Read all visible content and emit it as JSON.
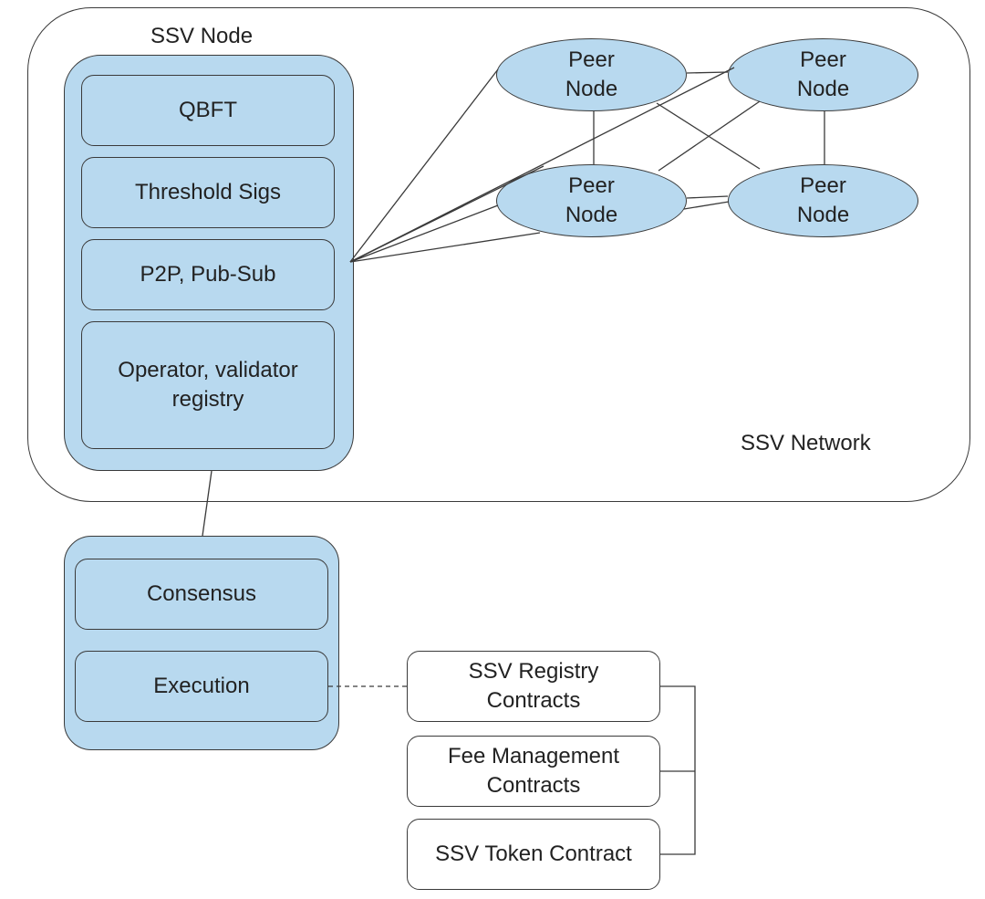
{
  "network": {
    "label": "SSV Network"
  },
  "ssv_node": {
    "title": "SSV Node",
    "layers": [
      "QBFT",
      "Threshold Sigs",
      "P2P, Pub-Sub",
      "Operator, validator\nregistry"
    ]
  },
  "peers": [
    "Peer\nNode",
    "Peer\nNode",
    "Peer\nNode",
    "Peer\nNode"
  ],
  "eth_client": {
    "layers": [
      "Consensus",
      "Execution"
    ]
  },
  "contracts": [
    "SSV Registry\nContracts",
    "Fee Management\nContracts",
    "SSV Token Contract"
  ],
  "colors": {
    "node_fill": "#b8d9ef",
    "stroke": "#3a3a3a",
    "background": "#ffffff"
  }
}
